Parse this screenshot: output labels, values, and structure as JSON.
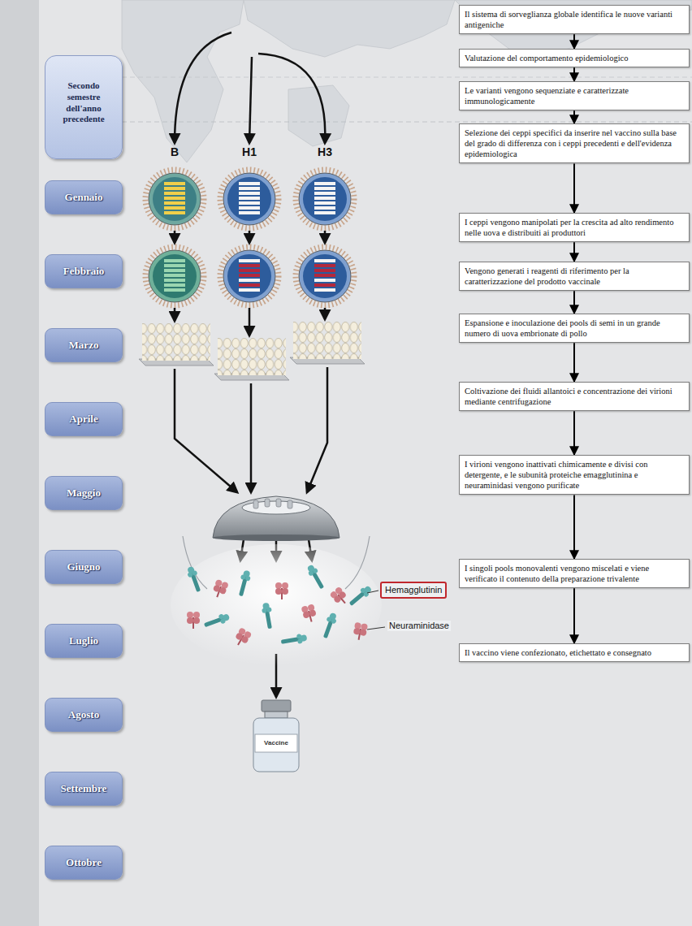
{
  "diagram": {
    "nodes": [
      {
        "text": [
          "Secondo semestre dell'anno precedente"
        ]
      },
      {
        "text": [
          "Gennaio"
        ]
      },
      {
        "text": [
          "Febbraio"
        ]
      },
      {
        "text": [
          "Marzo"
        ]
      },
      {
        "text": [
          "Aprile"
        ]
      },
      {
        "text": [
          "Maggio"
        ]
      },
      {
        "text": [
          "Giugno"
        ]
      },
      {
        "text": [
          "Luglio"
        ]
      },
      {
        "text": [
          "Agosto"
        ]
      },
      {
        "text": [
          "Settembre"
        ]
      },
      {
        "text": [
          "Ottobre"
        ]
      },
      {
        "text": [
          "Il sistema di sorveglianza globale identifica le nuove varianti antigeniche"
        ]
      },
      {
        "text": [
          "Valutazione del comportamento epidemiologico"
        ]
      },
      {
        "text": [
          "Le varianti vengono sequenziate e caratterizzate immunologicamente"
        ]
      },
      {
        "text": [
          "Selezione dei ceppi specifici da inserire nel vaccino sulla base del grado di differenza con i ceppi precedenti e dell'evidenza epidemiologica"
        ]
      },
      {
        "text": [
          "I ceppi vengono manipolati per la crescita ad alto rendimento nelle uova e distribuiti ai produttori"
        ]
      },
      {
        "text": [
          "Vengono generati i reagenti di riferimento per la caratterizzazione del prodotto vaccinale"
        ]
      },
      {
        "text": [
          "Espansione e inoculazione dei pools di semi in un grande numero di uova embrionate di pollo"
        ]
      },
      {
        "text": [
          "Coltivazione dei fluidi allantoici e concentrazione dei virioni mediante centrifugazione"
        ]
      },
      {
        "text": [
          "I virioni vengono inattivati chimicamente e divisi con detergente, e le subunità proteiche emagglutinina e neuraminidasi vengono purificate"
        ]
      },
      {
        "text": [
          "I singoli pools monovalenti vengono miscelati e viene verificato il contenuto della preparazione trivalente"
        ]
      },
      {
        "text": [
          "Il vaccino viene confezionato, etichettato e consegnato"
        ]
      },
      {
        "text": [
          "Hemagglutinin"
        ]
      }
    ],
    "edges": [
      {
        "from": 11,
        "to": 12,
        "arrow": "to"
      },
      {
        "from": 12,
        "to": 13,
        "arrow": "to"
      },
      {
        "from": 13,
        "to": 14,
        "arrow": "to"
      },
      {
        "from": 14,
        "to": 15,
        "arrow": "to"
      },
      {
        "from": 15,
        "to": 16,
        "arrow": "to"
      },
      {
        "from": 16,
        "to": 17,
        "arrow": "to"
      },
      {
        "from": 17,
        "to": 18,
        "arrow": "to"
      },
      {
        "from": 18,
        "to": 19,
        "arrow": "to"
      },
      {
        "from": 19,
        "to": 20,
        "arrow": "to"
      },
      {
        "from": 20,
        "to": 21,
        "arrow": "to"
      }
    ],
    "labels": [
      "B",
      "H1",
      "H3",
      "Neuraminidase",
      "Vaccine"
    ]
  }
}
